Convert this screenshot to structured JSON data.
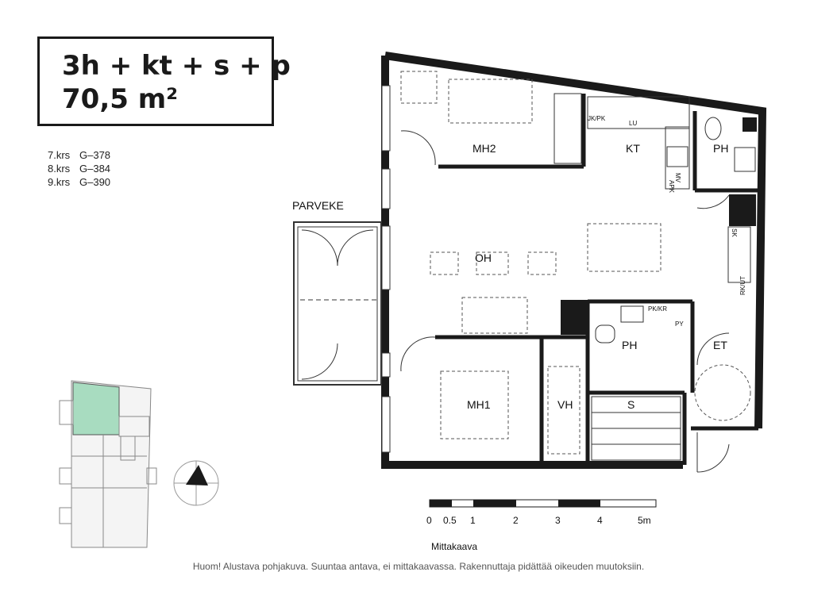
{
  "title": {
    "line1": "3h + kt + s + p",
    "line2": "70,5 m²"
  },
  "units": [
    {
      "floor": "7.krs",
      "code": "G–378"
    },
    {
      "floor": "8.krs",
      "code": "G–384"
    },
    {
      "floor": "9.krs",
      "code": "G–390"
    }
  ],
  "rooms": {
    "mh2": "MH2",
    "kt": "KT",
    "ph1": "PH",
    "oh": "OH",
    "ph2": "PH",
    "et": "ET",
    "mh1": "MH1",
    "vh": "VH",
    "s": "S",
    "parveke": "PARVEKE"
  },
  "fixtures": {
    "jkpk": "JK/PK",
    "lu": "LU",
    "mv": "MV",
    "apk": "APK",
    "sk": "SK",
    "rkut": "RK/UT",
    "pkkr": "PK/KR",
    "py": "PY"
  },
  "scale": {
    "ticks": [
      "0",
      "0.5",
      "1",
      "2",
      "3",
      "4",
      "5m"
    ],
    "label": "Mittakaava"
  },
  "disclaimer": "Huom! Alustava pohjakuva. Suuntaa antava, ei mittakaavassa. Rakennuttaja pidättää oikeuden muutoksiin.",
  "colors": {
    "wall": "#1a1a1a",
    "highlight": "#a8dcc0",
    "line": "#333333"
  }
}
